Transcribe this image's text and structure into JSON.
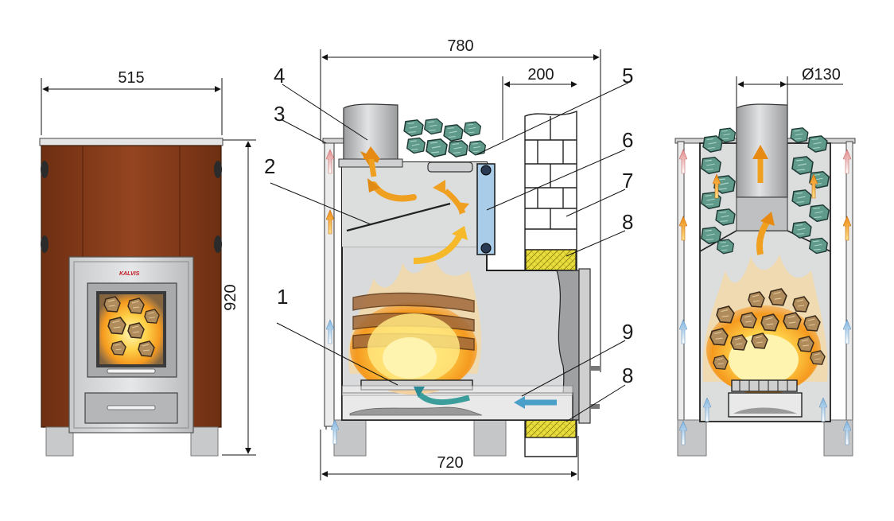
{
  "dimensions": {
    "front_width": "515",
    "height": "920",
    "total_depth": "780",
    "wall_gap": "200",
    "base_depth": "720",
    "flue_diameter": "Ø130"
  },
  "callouts": [
    "1",
    "2",
    "3",
    "4",
    "5",
    "6",
    "7",
    "8",
    "9"
  ],
  "brand_logo": "KALVIS",
  "colors": {
    "casing_brown": "#8a3f1c",
    "steel_light": "#d9dadb",
    "steel_mid": "#b7b8ba",
    "outline": "#222222",
    "insulation": "#e8dc3c",
    "stone": "#5f9a8a",
    "fire_core": "#ffe680",
    "fire_outer": "#f39a1e",
    "flow_hot": "#f0a020",
    "flow_cold": "#7fb6e0"
  },
  "icons": [
    "hot-air-arrow-icon",
    "cold-air-arrow-icon",
    "flame-icon",
    "stone-icon",
    "brick-icon"
  ]
}
